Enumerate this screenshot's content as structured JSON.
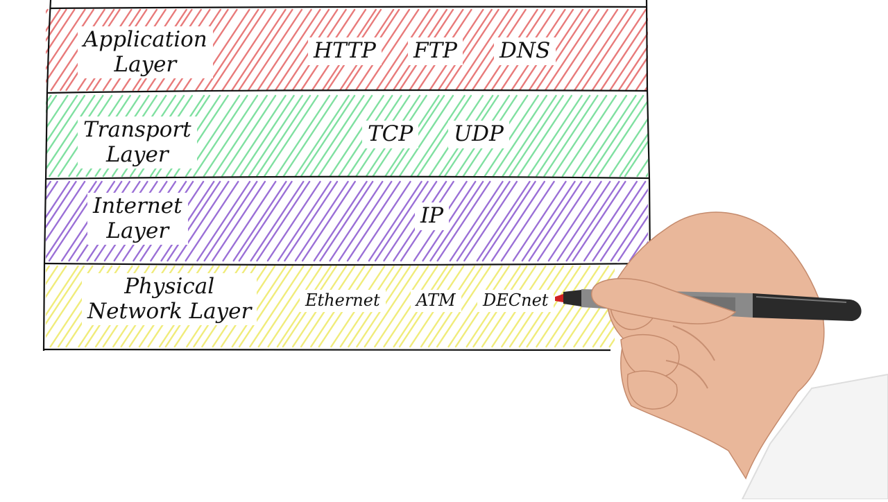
{
  "diagram": {
    "layers": [
      {
        "name_line1": "Application",
        "name_line2": "Layer",
        "color": "#e87a7a",
        "protocols": [
          "HTTP",
          "FTP",
          "DNS"
        ]
      },
      {
        "name_line1": "Transport",
        "name_line2": "Layer",
        "color": "#7fe0a0",
        "protocols": [
          "TCP",
          "UDP"
        ]
      },
      {
        "name_line1": "Internet",
        "name_line2": "Layer",
        "color": "#9a6fd6",
        "protocols": [
          "IP"
        ]
      },
      {
        "name_line1": "Physical",
        "name_line2": "Network Layer",
        "color": "#f0ec7a",
        "protocols": [
          "Ethernet",
          "ATM",
          "DECnet"
        ]
      }
    ]
  },
  "scene": {
    "pen_body_color": "#2a2a2a",
    "pen_tip_color": "#d02020",
    "skin_color": "#e9b79a",
    "sleeve_color": "#f4f4f4"
  }
}
